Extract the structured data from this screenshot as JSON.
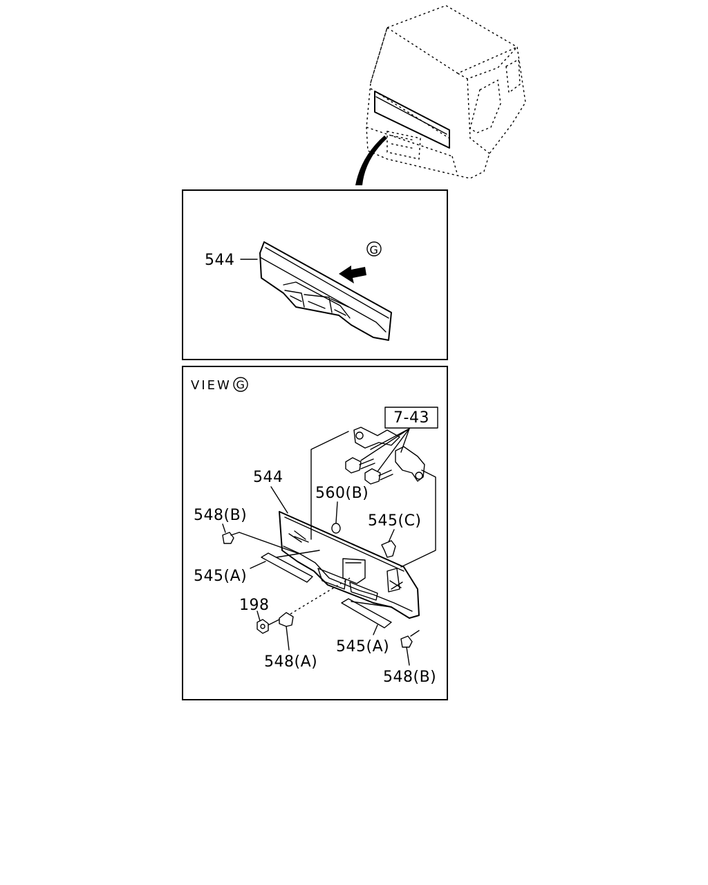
{
  "labels": {
    "top_544": "544",
    "view_text": "VIEW",
    "view_marker": "G",
    "top_marker": "G",
    "ref_7_43": "7-43",
    "lower_544": "544",
    "p560b": "560(B)",
    "p548b_left": "548(B)",
    "p545c": "545(C)",
    "p545a_left": "545(A)",
    "p198": "198",
    "p548a": "548(A)",
    "p545a_right": "545(A)",
    "p548b_right": "548(B)"
  }
}
